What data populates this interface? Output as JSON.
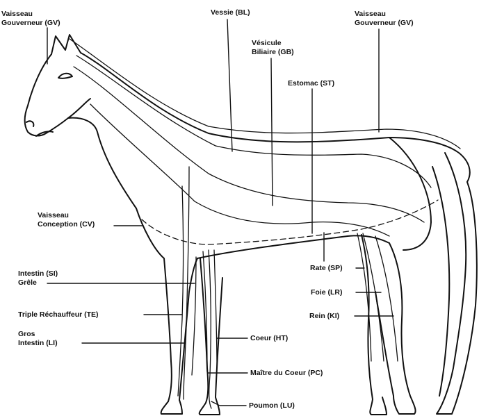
{
  "labels": {
    "gv_left": [
      "Vaisseau",
      "Gouverneur (GV)"
    ],
    "bl": "Vessie (BL)",
    "gv_right": [
      "Vaisseau",
      "Gouverneur (GV)"
    ],
    "gb": [
      "Vésicule",
      "Biliaire (GB)"
    ],
    "st": "Estomac (ST)",
    "cv": [
      "Vaisseau",
      "Conception (CV)"
    ],
    "si": [
      "Intestin (SI)",
      "Grêle"
    ],
    "sp": "Rate (SP)",
    "lr": "Foie (LR)",
    "te": "Triple Réchauffeur (TE)",
    "ki": "Rein (KI)",
    "li": [
      "Gros",
      "Intestin (LI)"
    ],
    "ht": "Coeur (HT)",
    "pc": "Maître du Coeur (PC)",
    "lu": "Poumon (LU)"
  }
}
